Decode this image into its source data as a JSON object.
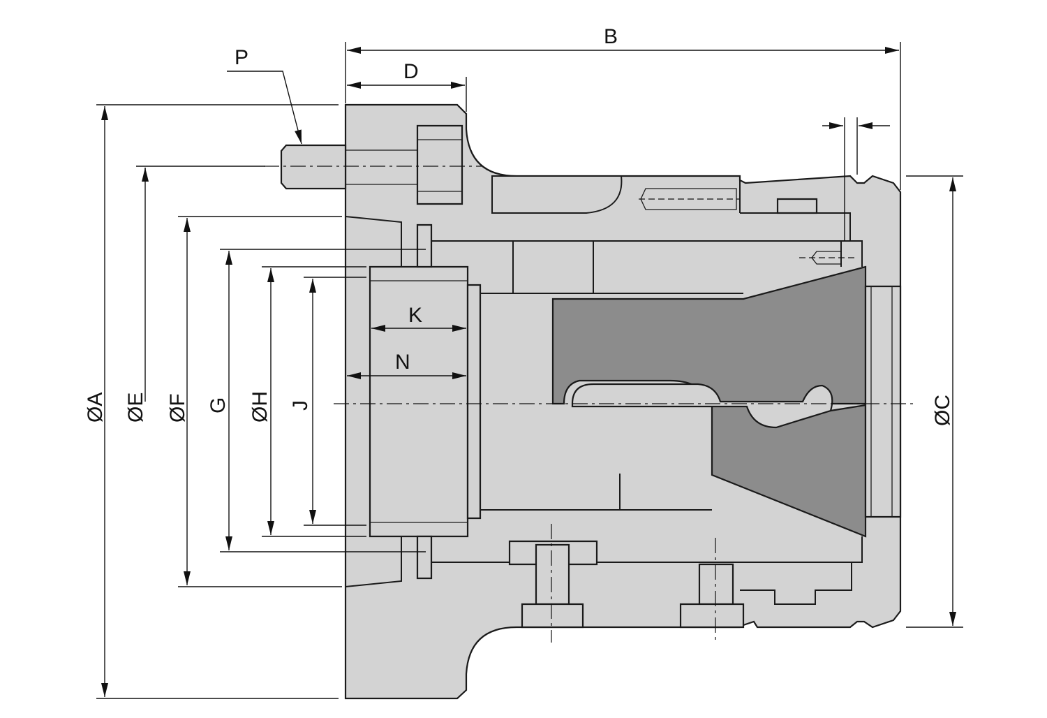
{
  "labels": {
    "B": "B",
    "D": "D",
    "P": "P",
    "A": "ØA",
    "E": "ØE",
    "F": "ØF",
    "G": "G",
    "H": "ØH",
    "J": "J",
    "K": "K",
    "N": "N",
    "C": "ØC"
  }
}
